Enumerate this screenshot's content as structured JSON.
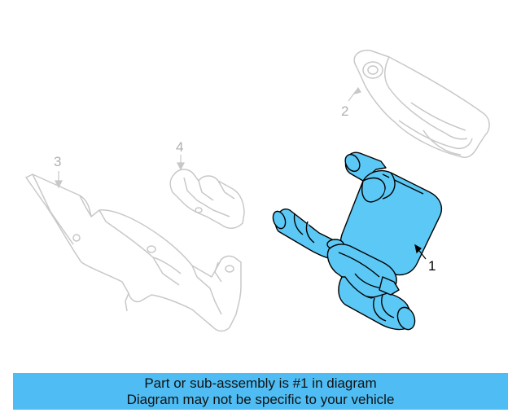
{
  "diagram": {
    "callouts": [
      {
        "id": "1",
        "label": "1",
        "highlighted": true
      },
      {
        "id": "2",
        "label": "2",
        "highlighted": false
      },
      {
        "id": "3",
        "label": "3",
        "highlighted": false
      },
      {
        "id": "4",
        "label": "4",
        "highlighted": false
      }
    ],
    "colors": {
      "highlight_fill": "#5bc8f5",
      "faded_line": "#c8c8c8",
      "outline": "#000000",
      "banner_bg": "#4fbdf4"
    }
  },
  "banner": {
    "line1": "Part or sub-assembly is #1 in diagram",
    "line2": "Diagram may not be specific to your vehicle"
  }
}
